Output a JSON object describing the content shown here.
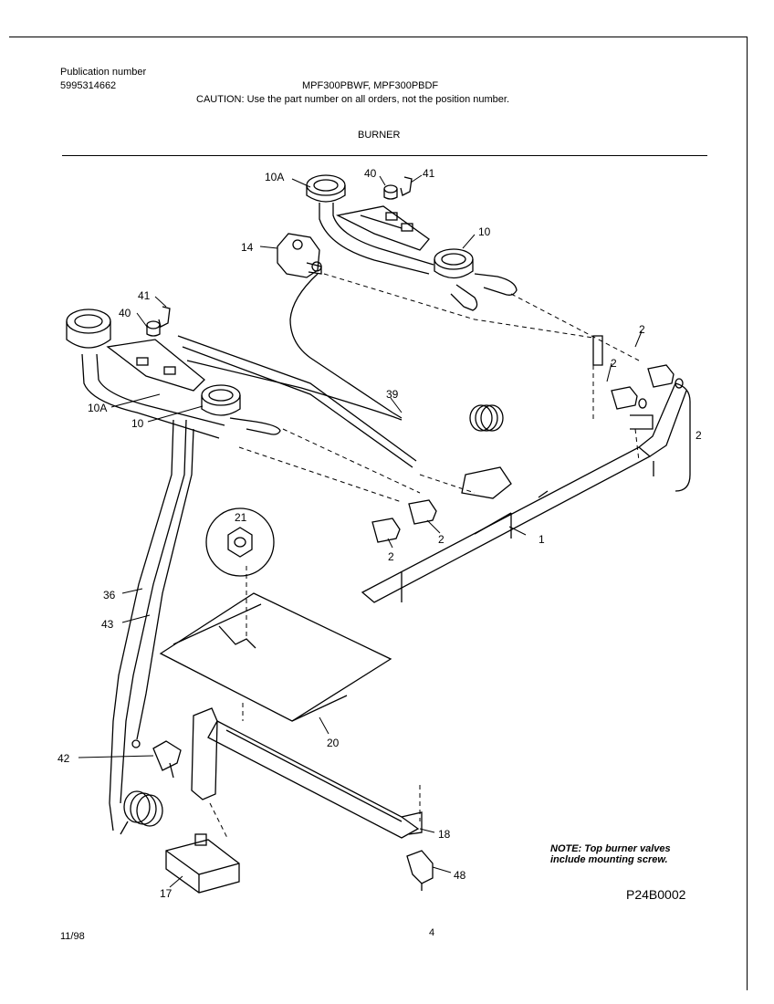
{
  "header": {
    "publication_label": "Publication number",
    "publication_number": "5995314662",
    "models": "MPF300PBWF, MPF300PBDF",
    "caution": "CAUTION:  Use the part number on all orders, not the position number.",
    "section": "BURNER"
  },
  "callouts": {
    "c10A_top": "10A",
    "c40_top": "40",
    "c41_top": "41",
    "c10_top": "10",
    "c14": "14",
    "c41_left": "41",
    "c40_left": "40",
    "c10A_left": "10A",
    "c10_left": "10",
    "c39": "39",
    "c2_a": "2",
    "c2_b": "2",
    "c2_bracket": "2",
    "c2_c": "2",
    "c2_d": "2",
    "c1": "1",
    "c21": "21",
    "c36": "36",
    "c43": "43",
    "c20": "20",
    "c42": "42",
    "c18": "18",
    "c17": "17",
    "c48": "48"
  },
  "note": {
    "line1": "NOTE: Top burner valves",
    "line2": "include mounting screw."
  },
  "drawing_code": "P24B0002",
  "footer": {
    "date": "11/98",
    "page": "4"
  }
}
